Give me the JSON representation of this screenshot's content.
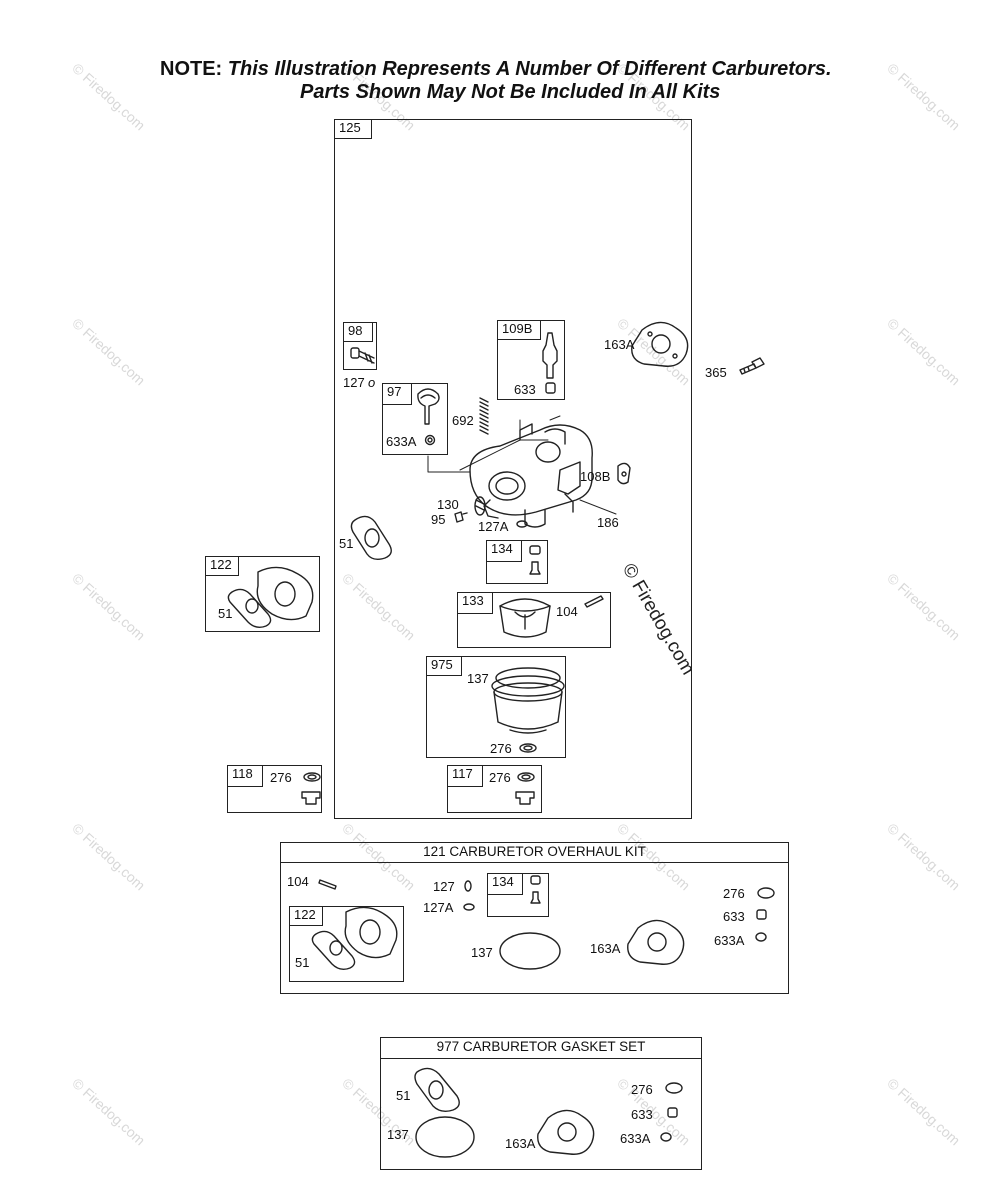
{
  "note": {
    "prefix": "NOTE:",
    "line1": "This Illustration Represents A Number Of Different Carburetors.",
    "line2": "Parts Shown May Not Be Included In All Kits"
  },
  "watermark": "© Firedog.com",
  "copyright": "© Firedog.com",
  "main_box": {
    "tag": "125"
  },
  "sub_boxes": {
    "b98": {
      "tag": "98",
      "part": "127"
    },
    "b97": {
      "tag": "97",
      "part": "633A"
    },
    "b109b": {
      "tag": "109B",
      "part": "633"
    },
    "b122": {
      "tag": "122",
      "part": "51"
    },
    "b134": {
      "tag": "134"
    },
    "b133": {
      "tag": "133",
      "part": "104"
    },
    "b975": {
      "tag": "975",
      "part_a": "137",
      "part_b": "276"
    },
    "b118": {
      "tag": "118",
      "part": "276"
    },
    "b117": {
      "tag": "117",
      "part": "276"
    }
  },
  "loose_labels": {
    "l163a": "163A",
    "l365": "365",
    "l692": "692",
    "l108b": "108B",
    "l130": "130",
    "l95": "95",
    "l127a": "127A",
    "l186": "186",
    "l51": "51"
  },
  "kit121": {
    "title": "121 CARBURETOR OVERHAUL KIT",
    "l104": "104",
    "l127": "127",
    "l127a": "127A",
    "tag134": "134",
    "tag122": "122",
    "l51": "51",
    "l137": "137",
    "l163a": "163A",
    "l276": "276",
    "l633": "633",
    "l633a": "633A"
  },
  "kit977": {
    "title": "977 CARBURETOR GASKET SET",
    "l51": "51",
    "l137": "137",
    "l163a": "163A",
    "l276": "276",
    "l633": "633",
    "l633a": "633A"
  }
}
